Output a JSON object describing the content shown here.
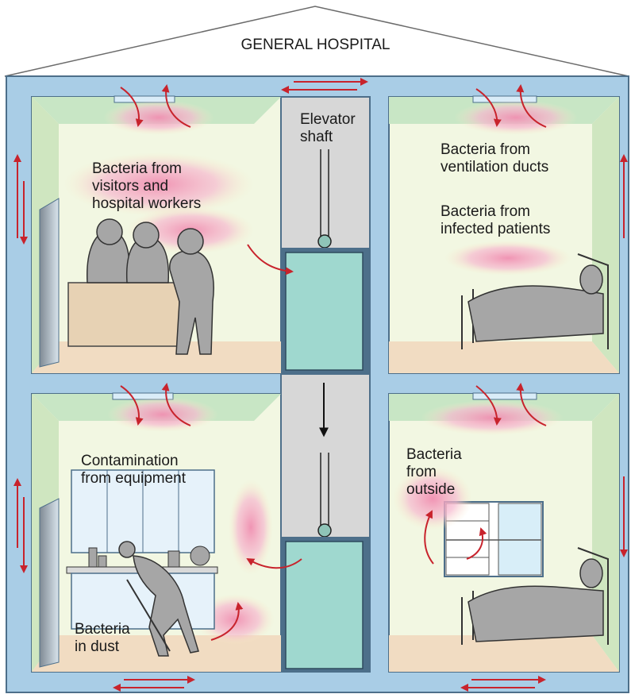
{
  "title": "GENERAL HOSPITAL",
  "labels": {
    "elevator": "Elevator\nshaft",
    "visitors": "Bacteria from\nvisitors and\nhospital workers",
    "ducts": "Bacteria from\nventilation ducts",
    "patients": "Bacteria from\ninfected patients",
    "equipment": "Contamination\nfrom equipment",
    "outside": "Bacteria\nfrom\noutside",
    "dust": "Bacteria\nin dust"
  },
  "colors": {
    "building": "#a9cde6",
    "wall_outline": "#4d6f8a",
    "room_back": "#f2f7e2",
    "room_side": "#cfe6c0",
    "floor": "#f1dcc2",
    "shaft": "#d7d7d7",
    "elevator_car": "#9fd8cf",
    "people": "#a6a6a6",
    "cloud": "#f2a5bf",
    "arrow": "#c8232c"
  },
  "icons": [
    "air-flow-arrow",
    "cloud-contamination",
    "person-silhouette",
    "bed",
    "cabinet",
    "window",
    "elevator-car",
    "door"
  ]
}
